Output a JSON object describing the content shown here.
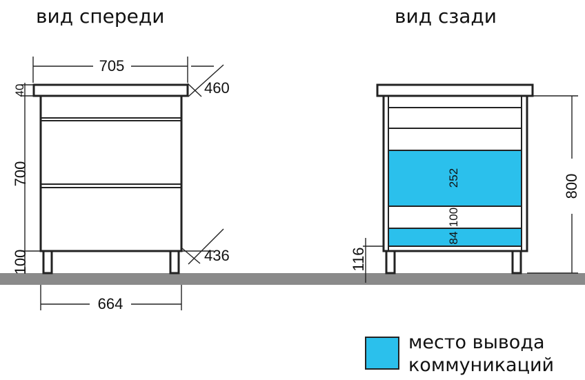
{
  "colors": {
    "floor": "#8a8a8a",
    "highlight": "#2bc0ec",
    "outline": "#222222"
  },
  "front_view": {
    "title": "вид спереди",
    "width_top": "705",
    "depth_top": "460",
    "top_thickness": "40",
    "body_height": "700",
    "leg_height": "100",
    "depth_bottom": "436",
    "width_bottom": "664"
  },
  "back_view": {
    "title": "вид сзади",
    "total_height": "800",
    "leg_height": "116",
    "zone_upper": "252",
    "gap": "100",
    "zone_lower": "84"
  },
  "legend": {
    "line1": "место вывода",
    "line2": "коммуникаций"
  }
}
